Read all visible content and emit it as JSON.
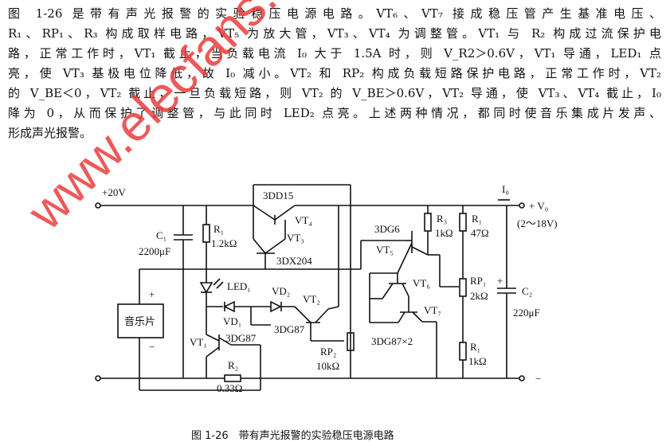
{
  "paragraph": [
    "图 1-26 是带有声光报警的实验稳压电源电路。VT₆、VT₇ 接成稳压管产生基准电压、",
    "R₁、RP₁、R₃ 构成取样电路，VT₅ 为放大管，VT₃、VT₄ 为调整管。VT₁ 与 R₂ 构成过流保护电",
    "路，正常工作时，VT₁ 截止，当负载电流 I₀ 大于 1.5A 时，则 V_R2＞0.6V，VT₁ 导通，LED₁ 点",
    "亮，使 VT₃ 基极电位降低，故 I₀ 减小。VT₂ 和 RP₂ 构成负载短路保护电路，正常工作时，VT₂",
    "的 V_BE＜0，VT₂ 截止，一旦负载短路，则 VT₂ 的 V_BE＞0.6V，VT₂ 导通，使 VT₃、VT₄ 截止，I₀",
    "降为 0，从而保护了调整管，与此同时 LED₂ 点亮。上述两种情况，都同时使音乐集成片发声、",
    "形成声光报警。"
  ],
  "labels": {
    "vin": "+20V",
    "c1": "C₁",
    "c1v": "2200μF",
    "r1": "R₁",
    "r1v": "1.2kΩ",
    "t34": "3DD15",
    "vt4": "VT₄",
    "vt3": "VT₃",
    "t3": "3DX204",
    "led1": "LED₁",
    "vd2": "VD₂",
    "vd1": "VD₁",
    "vt2": "VT₂",
    "t2": "3DG87",
    "vt1": "VT₁",
    "t1": "3DG87",
    "r2": "R₂",
    "r2v": "0.33Ω",
    "rp2": "RP₂",
    "rp2v": "10kΩ",
    "music": "音乐片",
    "plus": "+",
    "minus": "−",
    "t5": "3DG6",
    "vt5": "VT₅",
    "r3": "R₃",
    "r3v": "1kΩ",
    "r1b": "R₁",
    "r1bv": "47Ω",
    "vt6": "VT₆",
    "vt7": "VT₇",
    "t67": "3DG87×2",
    "rp1": "RP₁",
    "rp1v": "2kΩ",
    "r7": "R₁",
    "r7v": "1kΩ",
    "c2": "C₂",
    "c2v": "220μF",
    "c2p": "+",
    "io": "I₀",
    "vo": "+ V₀",
    "vorange": "(2～18V)",
    "outminus": "−"
  },
  "caption": "图 1-26　带有声光报警的实验稳压电源电路",
  "watermark": "www.elecfans.com"
}
